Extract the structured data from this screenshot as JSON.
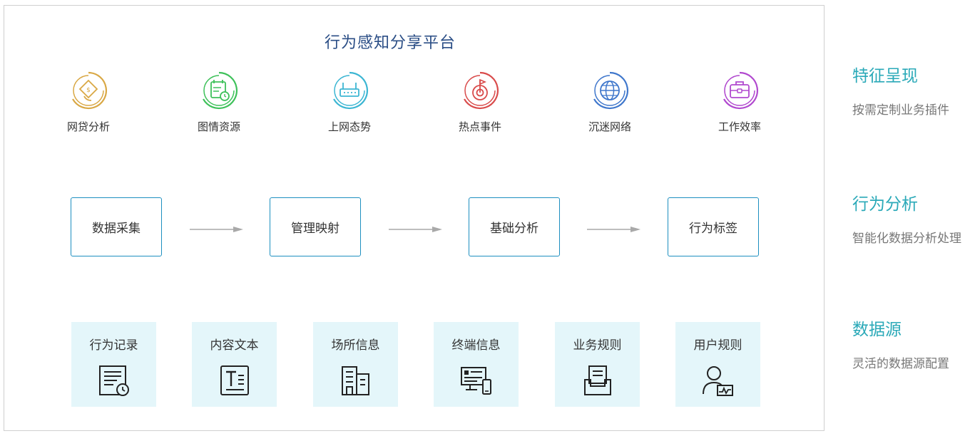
{
  "platform": {
    "title": "行为感知分享平台"
  },
  "features": [
    {
      "label": "网贷分析",
      "icon": "hand-money-icon",
      "color": "#d9a845"
    },
    {
      "label": "图情资源",
      "icon": "calendar-clock-icon",
      "color": "#3ec15a"
    },
    {
      "label": "上网态势",
      "icon": "router-icon",
      "color": "#3cb6d3"
    },
    {
      "label": "热点事件",
      "icon": "target-flag-icon",
      "color": "#d94b4b"
    },
    {
      "label": "沉迷网络",
      "icon": "globe-icon",
      "color": "#3f77cc"
    },
    {
      "label": "工作效率",
      "icon": "briefcase-icon",
      "color": "#b149cf"
    }
  ],
  "steps": [
    {
      "label": "数据采集"
    },
    {
      "label": "管理映射"
    },
    {
      "label": "基础分析"
    },
    {
      "label": "行为标签"
    }
  ],
  "sources": [
    {
      "label": "行为记录",
      "icon": "log-clock-icon"
    },
    {
      "label": "内容文本",
      "icon": "text-document-icon"
    },
    {
      "label": "场所信息",
      "icon": "building-icon"
    },
    {
      "label": "终端信息",
      "icon": "devices-icon"
    },
    {
      "label": "业务规则",
      "icon": "inbox-rules-icon"
    },
    {
      "label": "用户规则",
      "icon": "user-chart-icon"
    }
  ],
  "sidebar": [
    {
      "title": "特征呈现",
      "desc": "按需定制业务插件"
    },
    {
      "title": "行为分析",
      "desc": "智能化数据分析处理"
    },
    {
      "title": "数据源",
      "desc": "灵活的数据源配置"
    }
  ],
  "colors": {
    "title": "#2b4e86",
    "step_border": "#1d8fc0",
    "source_bg": "#e4f6fa",
    "side_title": "#2aa9b8"
  }
}
